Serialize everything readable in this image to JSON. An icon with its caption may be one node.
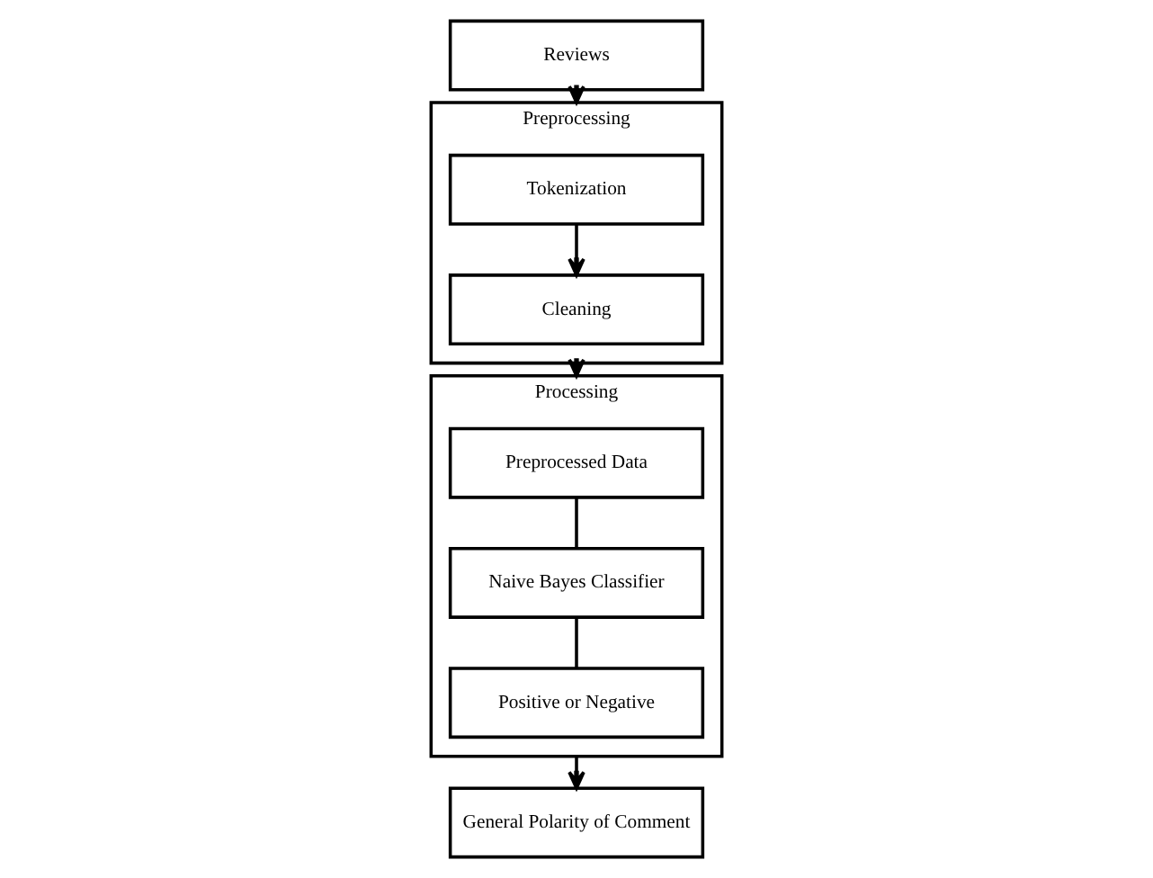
{
  "diagram": {
    "nodes": [
      {
        "text": [
          "Reviews"
        ]
      },
      {
        "text": [
          "Preprocessing"
        ]
      },
      {
        "text": [
          "Tokenization"
        ],
        "in": 1
      },
      {
        "text": [
          "Cleaning"
        ],
        "in": 1
      },
      {
        "text": [
          "Processing"
        ]
      },
      {
        "text": [
          "Preprocessed Data"
        ],
        "in": 4
      },
      {
        "text": [
          "Naive Bayes Classifier"
        ],
        "in": 4
      },
      {
        "text": [
          "Positive or Negative"
        ],
        "in": 4
      },
      {
        "text": [
          "General Polarity of Comment"
        ]
      }
    ],
    "edges": [
      {
        "from": 0,
        "to": 1,
        "arrow": "to"
      },
      {
        "from": 2,
        "to": 3,
        "arrow": "to"
      },
      {
        "from": 1,
        "to": 4,
        "arrow": "to"
      },
      {
        "from": 5,
        "to": 6,
        "arrow": "none"
      },
      {
        "from": 6,
        "to": 7,
        "arrow": "none"
      },
      {
        "from": 4,
        "to": 8,
        "arrow": "to"
      }
    ]
  }
}
